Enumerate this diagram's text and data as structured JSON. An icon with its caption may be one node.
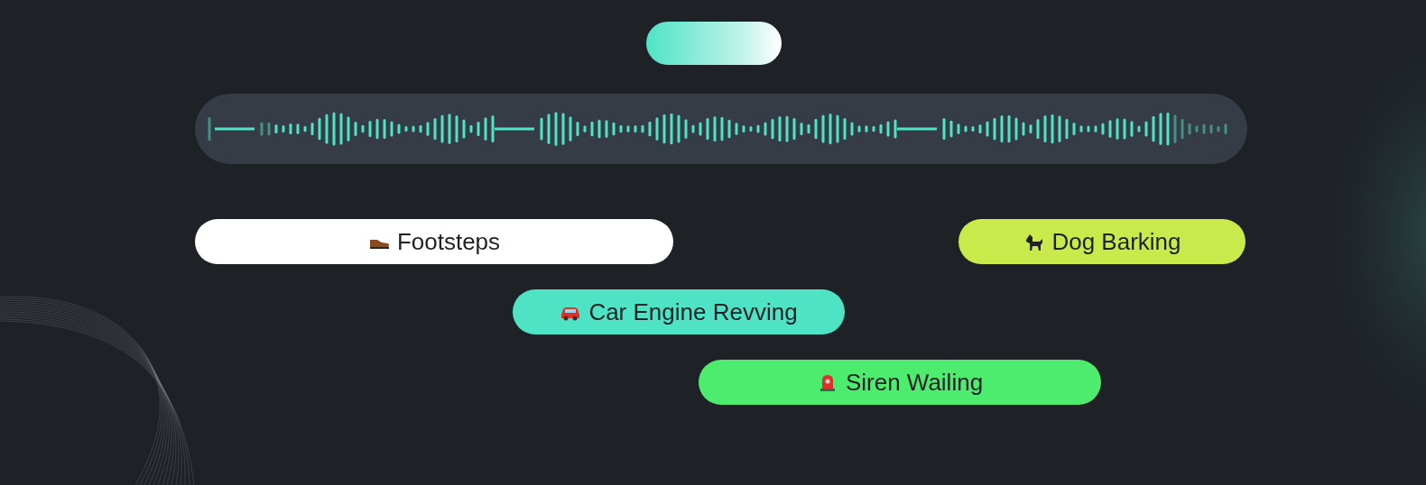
{
  "diagram": {
    "nodes": [
      {
        "text": [],
        "shape": "box"
      },
      {
        "text": [
          "Footsteps"
        ]
      },
      {
        "text": [
          "Dog Barking"
        ]
      },
      {
        "text": [
          "Car Engine Revving"
        ]
      },
      {
        "text": [
          "Siren Wailing"
        ]
      }
    ]
  }
}
